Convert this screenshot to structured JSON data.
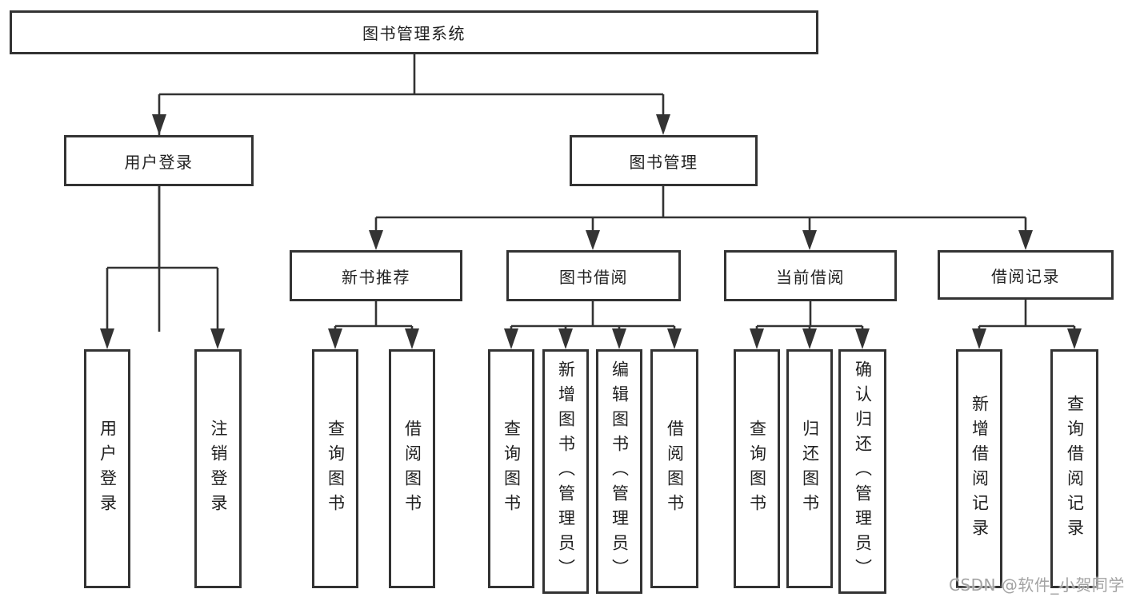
{
  "tree": {
    "root": {
      "label": "图书管理系统"
    },
    "user_login": {
      "label": "用户登录",
      "children": [
        {
          "label": "用户登录"
        },
        {
          "label": "注销登录"
        }
      ]
    },
    "book_mgmt": {
      "label": "图书管理",
      "sections": {
        "new_books": {
          "label": "新书推荐",
          "children": [
            {
              "label": "查询图书"
            },
            {
              "label": "借阅图书"
            }
          ]
        },
        "book_borrow": {
          "label": "图书借阅",
          "children": [
            {
              "label": "查询图书"
            },
            {
              "label": "新增图书（管理员）"
            },
            {
              "label": "编辑图书（管理员）"
            },
            {
              "label": "借阅图书"
            }
          ]
        },
        "current_borrow": {
          "label": "当前借阅",
          "children": [
            {
              "label": "查询图书"
            },
            {
              "label": "归还图书"
            },
            {
              "label": "确认归还（管理员）"
            }
          ]
        },
        "borrow_records": {
          "label": "借阅记录",
          "children": [
            {
              "label": "新增借阅记录"
            },
            {
              "label": "查询借阅记录"
            }
          ]
        }
      }
    }
  },
  "watermark": {
    "text": "CSDN @软件_小贺同学"
  },
  "colors": {
    "line": "#333333",
    "text": "#212121",
    "background": "#ffffff",
    "watermark": "#9e9e9e"
  }
}
